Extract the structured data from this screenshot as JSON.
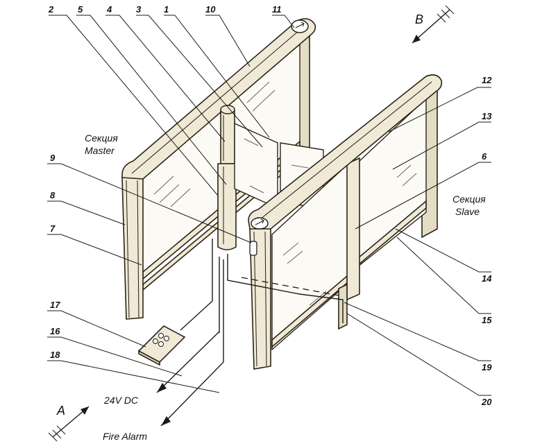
{
  "diagram": {
    "callouts": [
      "1",
      "2",
      "3",
      "4",
      "5",
      "6",
      "7",
      "8",
      "9",
      "10",
      "11",
      "12",
      "13",
      "14",
      "15",
      "16",
      "17",
      "18",
      "19",
      "20"
    ],
    "labels": {
      "section_master_line1": "Секция",
      "section_master_line2": "Master",
      "section_slave_line1": "Секция",
      "section_slave_line2": "Slave",
      "power": "24V DC",
      "fire_alarm": "Fire Alarm",
      "direction_a": "A",
      "direction_b": "B"
    }
  }
}
